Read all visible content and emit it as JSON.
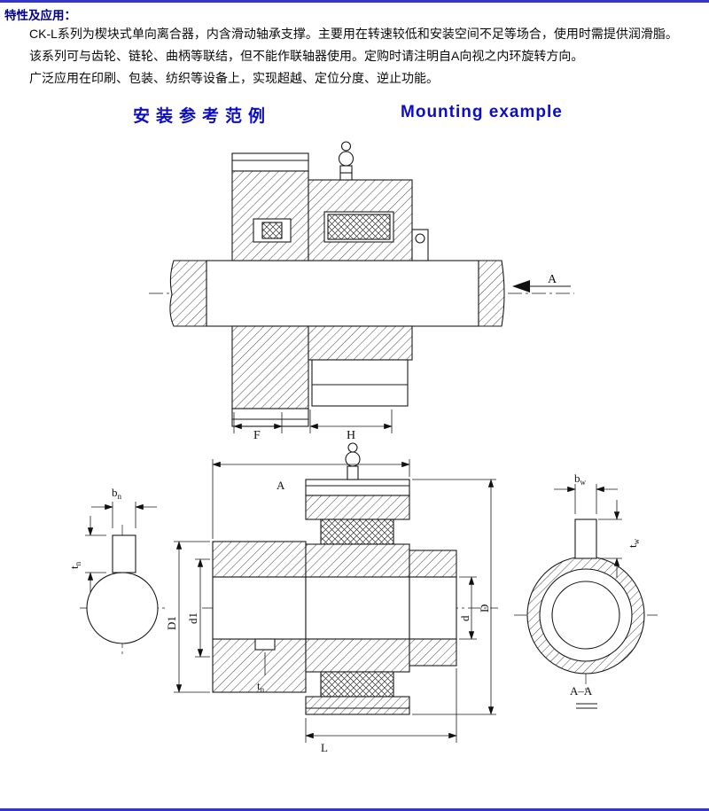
{
  "colors": {
    "page_border": "#3535cc",
    "intro_heading": "#00008b",
    "section_title": "#0d0dc4",
    "drawing_line": "#1a1a1a"
  },
  "intro": {
    "heading": "特性及应用：",
    "paragraphs": [
      "CK-L系列为楔块式单向离合器，内含滑动轴承支撑。主要用在转速较低和安装空间不足等场合，使用时需提供润滑脂。",
      "该系列可与齿轮、链轮、曲柄等联结，但不能作联轴器使用。定购时请注明自A向视之内环旋转方向。",
      "广泛应用在印刷、包装、纺织等设备上，实现超越、定位分度、逆止功能。"
    ]
  },
  "section": {
    "title_zh": "安装参考范例",
    "title_en": "Mounting example"
  },
  "figure_installation": {
    "labels": {
      "view_arrow": "A",
      "width_f": "F",
      "width_h": "H"
    }
  },
  "figure_dimensions": {
    "shaft_key": {
      "width": "b",
      "width_sub": "n",
      "depth": "t",
      "depth_sub": "n"
    },
    "dims": {
      "overall_a": "A",
      "flange_od": "D1",
      "pilot_d1": "d1",
      "bore_d": "d",
      "outer_D": "D",
      "length_l": "L",
      "keyway": "t",
      "keyway_sub": "n"
    },
    "end_view": {
      "key_width": "b",
      "key_width_sub": "w",
      "key_depth": "t",
      "key_depth_sub": "w",
      "section_label": "A–A"
    }
  }
}
